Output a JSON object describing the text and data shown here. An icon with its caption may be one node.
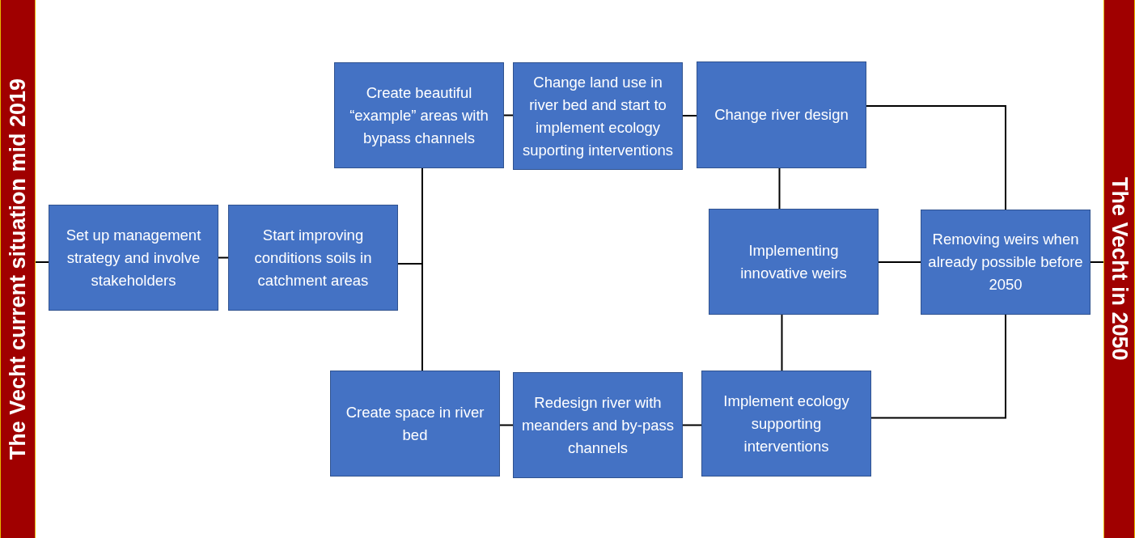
{
  "diagram": {
    "nodes": [
      {
        "text": [
          "The Vecht current situation mid 2019"
        ]
      },
      {
        "text": [
          "Set up management strategy and involve stakeholders"
        ]
      },
      {
        "text": [
          "Start improving conditions soils in catchment areas"
        ]
      },
      {
        "text": [
          "Create beautiful “example” areas with bypass channels"
        ]
      },
      {
        "text": [
          "Change land use in river bed and start to implement ecology suporting interventions"
        ]
      },
      {
        "text": [
          "Change river design"
        ]
      },
      {
        "text": [
          "Implementing innovative weirs"
        ]
      },
      {
        "text": [
          "Removing weirs when already possible before 2050"
        ]
      },
      {
        "text": [
          "Create space in river bed"
        ]
      },
      {
        "text": [
          "Redesign river with meanders and by-pass channels"
        ]
      },
      {
        "text": [
          "Implement ecology supporting interventions"
        ]
      },
      {
        "text": [
          "The Vecht in 2050"
        ]
      }
    ],
    "edges": [
      {
        "from": 0,
        "to": 1,
        "arrow": "none"
      },
      {
        "from": 1,
        "to": 2,
        "arrow": "none"
      },
      {
        "from": 2,
        "to": 3,
        "arrow": "none"
      },
      {
        "from": 2,
        "to": 8,
        "arrow": "none"
      },
      {
        "from": 3,
        "to": 4,
        "arrow": "none"
      },
      {
        "from": 4,
        "to": 5,
        "arrow": "none"
      },
      {
        "from": 5,
        "to": 7,
        "arrow": "none"
      },
      {
        "from": 5,
        "to": 6,
        "arrow": "none"
      },
      {
        "from": 6,
        "to": 7,
        "arrow": "none"
      },
      {
        "from": 8,
        "to": 9,
        "arrow": "none"
      },
      {
        "from": 9,
        "to": 10,
        "arrow": "none"
      },
      {
        "from": 6,
        "to": 10,
        "arrow": "none"
      },
      {
        "from": 10,
        "to": 7,
        "arrow": "none"
      },
      {
        "from": 7,
        "to": 11,
        "arrow": "none"
      }
    ]
  }
}
